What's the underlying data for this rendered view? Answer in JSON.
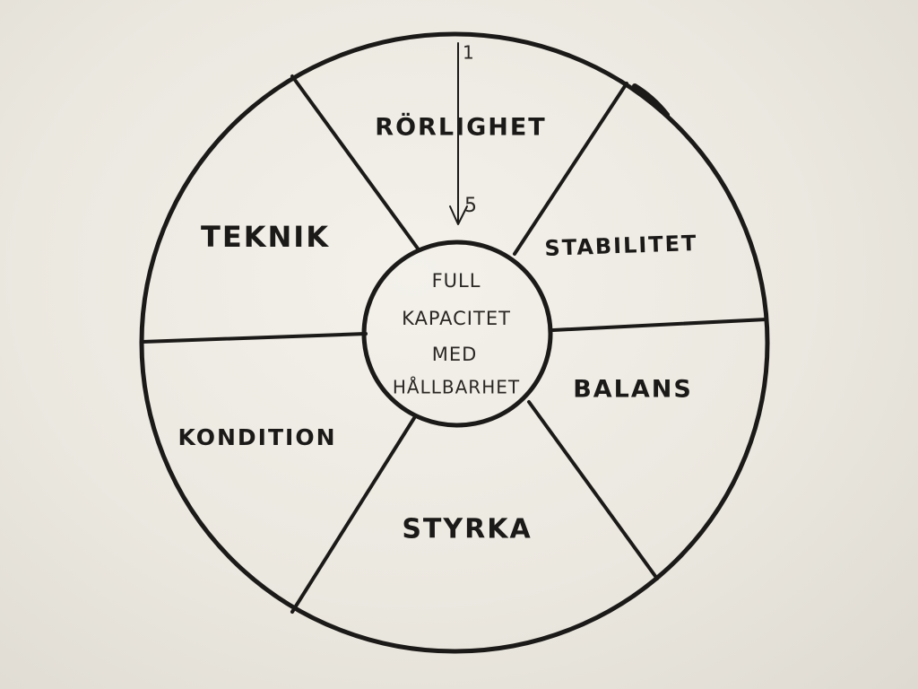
{
  "wheel": {
    "segments": [
      {
        "id": "rorlighet",
        "label": "RÖRLIGHET"
      },
      {
        "id": "stabilitet",
        "label": "STABILITET"
      },
      {
        "id": "balans",
        "label": "BALANS"
      },
      {
        "id": "styrka",
        "label": "STYRKA"
      },
      {
        "id": "kondition",
        "label": "KONDITION"
      },
      {
        "id": "teknik",
        "label": "TEKNIK"
      }
    ],
    "center": {
      "lines": [
        "FULL",
        "KAPACITET",
        "MED",
        "HÅLLBARHET"
      ]
    },
    "scale": {
      "outer_value": "1",
      "inner_value": "5"
    }
  },
  "colors": {
    "ink": "#1c1a18",
    "paper": "#efece5"
  }
}
